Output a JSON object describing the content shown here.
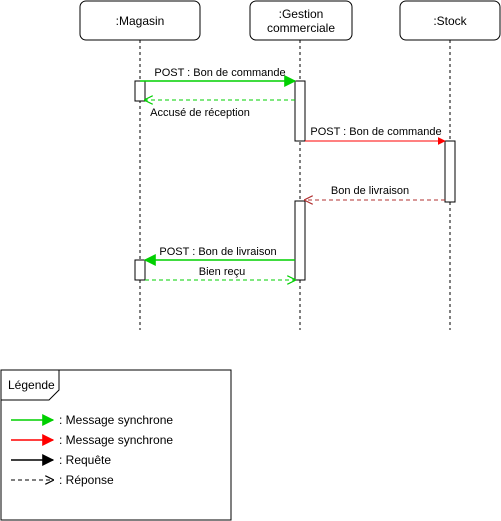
{
  "participants": [
    {
      "id": "magasin",
      "lines": [
        ":Magasin"
      ]
    },
    {
      "id": "gestion",
      "lines": [
        ":Gestion",
        "commerciale"
      ]
    },
    {
      "id": "stock",
      "lines": [
        ":Stock"
      ]
    }
  ],
  "messages": [
    {
      "id": "msg-1",
      "label": "POST : Bon de commande",
      "kind": "synchronous",
      "color": "#00d000"
    },
    {
      "id": "msg-2",
      "label": "Accusé de réception",
      "kind": "reply",
      "color": "#00d000"
    },
    {
      "id": "msg-3",
      "label": "POST : Bon de commande",
      "kind": "synchronous",
      "color": "#ff0000"
    },
    {
      "id": "msg-4",
      "label": "Bon de livraison",
      "kind": "reply",
      "color": "#b03030"
    },
    {
      "id": "msg-5",
      "label": "POST : Bon de livraison",
      "kind": "synchronous",
      "color": "#00d000"
    },
    {
      "id": "msg-6",
      "label": "Bien reçu",
      "kind": "reply",
      "color": "#00d000"
    }
  ],
  "legend": {
    "title": "Légende",
    "items": [
      {
        "label": ": Message synchrone",
        "kind": "synchronous",
        "color": "#00d000"
      },
      {
        "label": ": Message synchrone",
        "kind": "synchronous",
        "color": "#ff0000"
      },
      {
        "label": ": Requête",
        "kind": "request",
        "color": "#000000"
      },
      {
        "label": ": Réponse",
        "kind": "reply",
        "color": "#000000"
      }
    ]
  }
}
